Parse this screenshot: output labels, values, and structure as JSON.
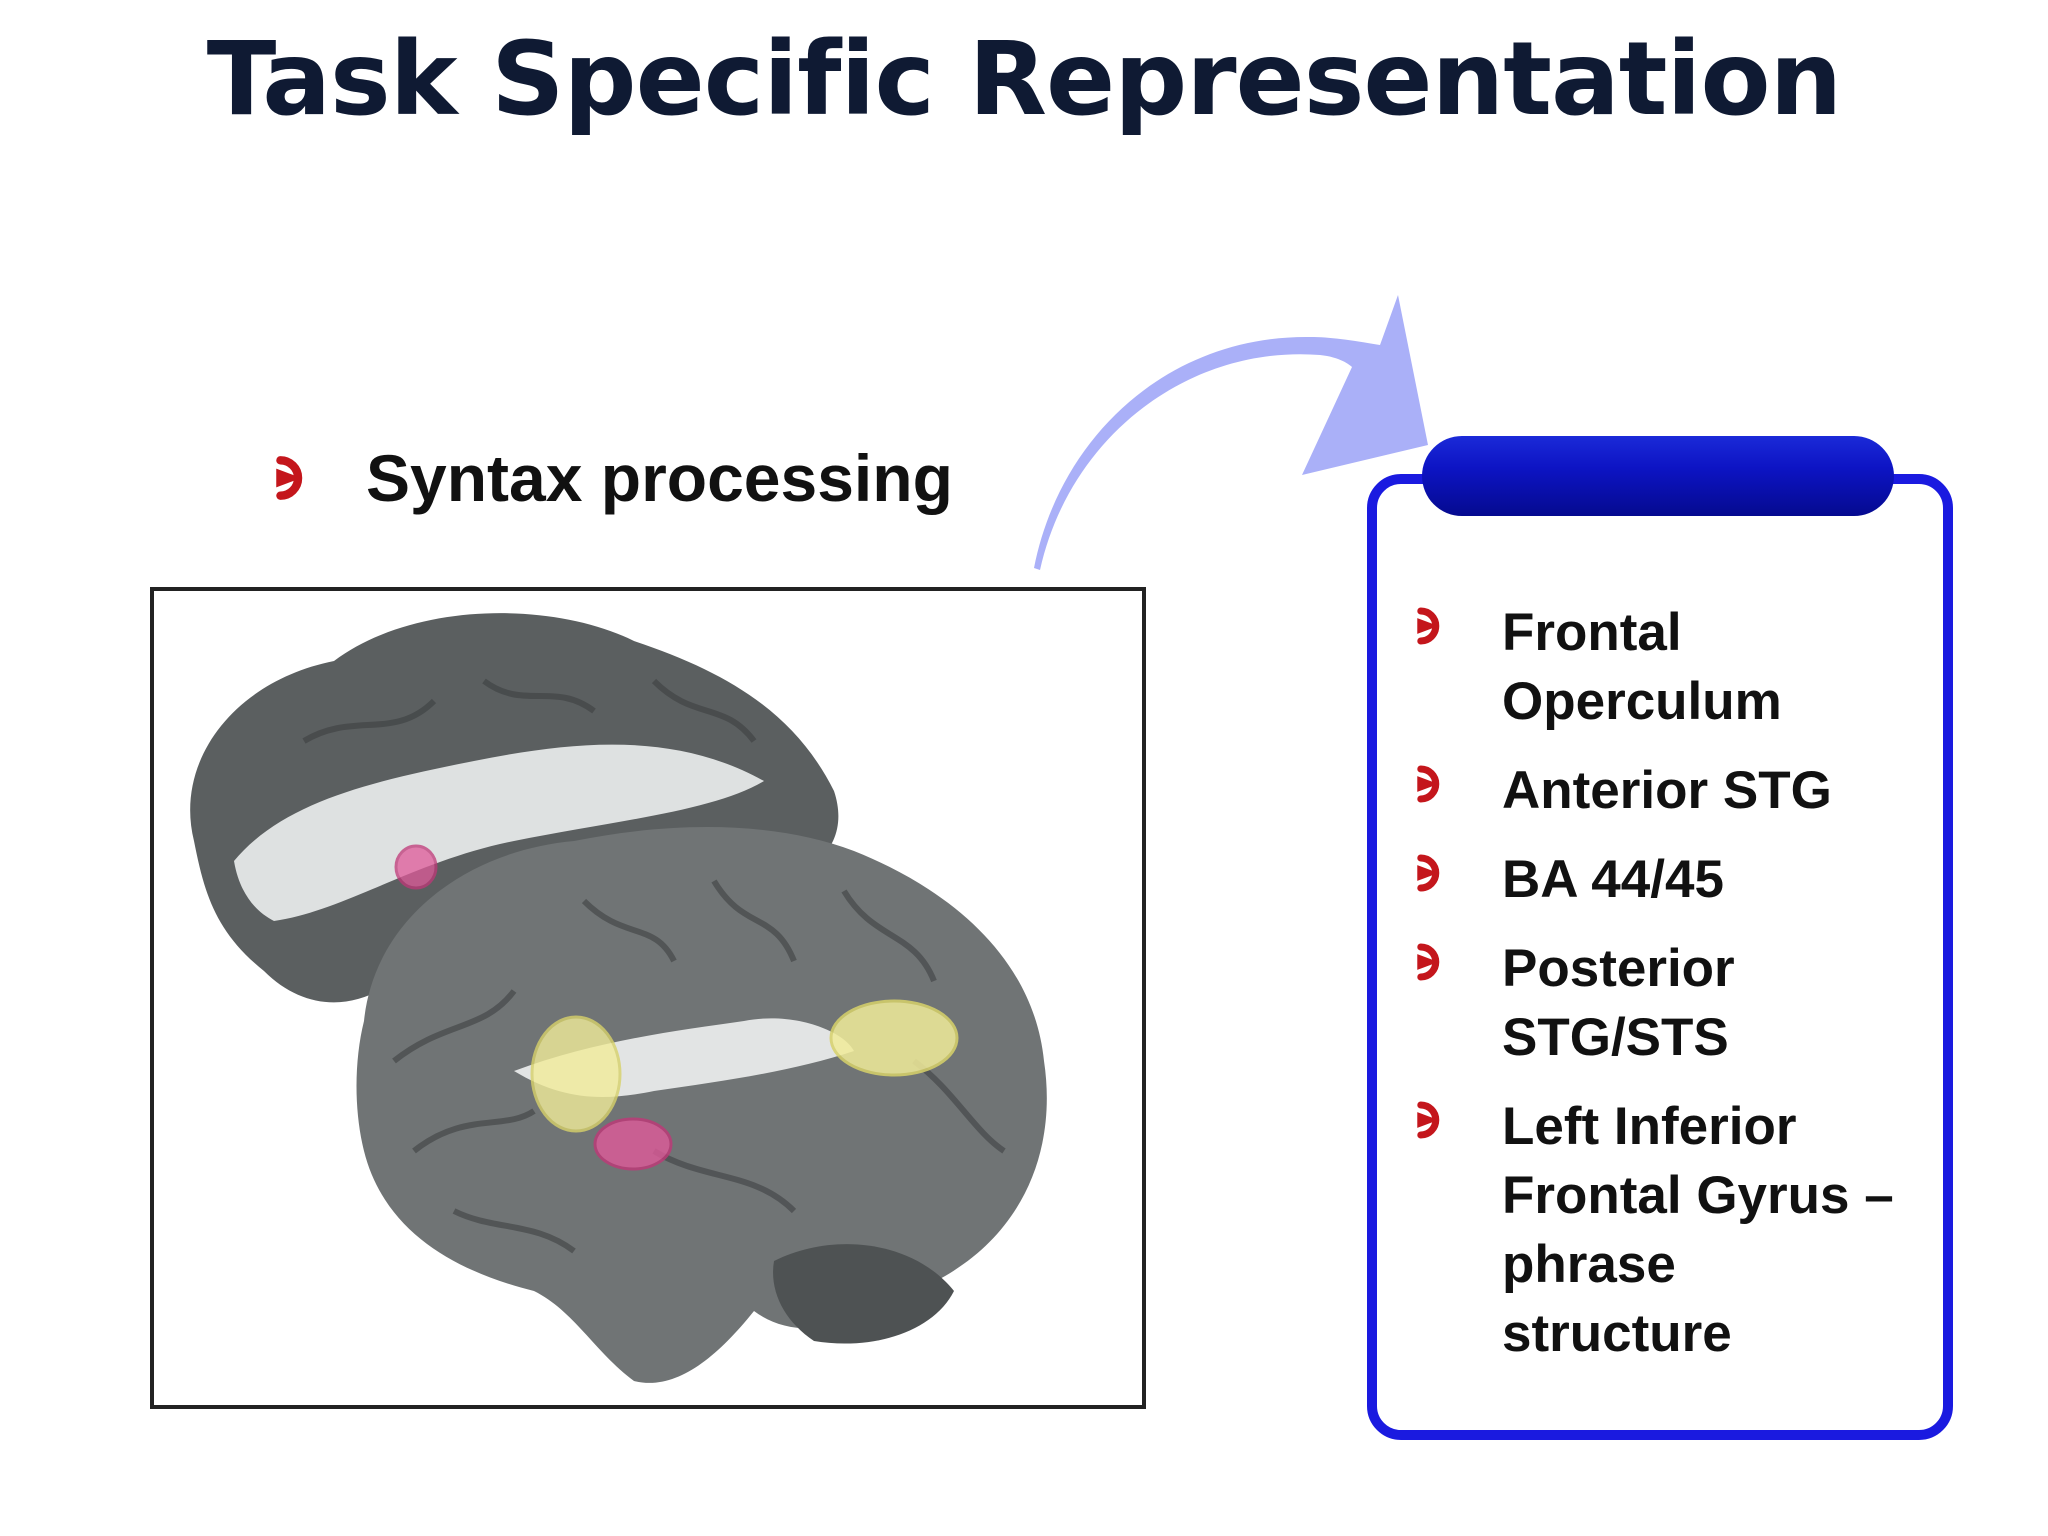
{
  "title": "Task Specific Representation",
  "lead_item": "Syntax processing",
  "list": [
    " Frontal\nOperculum",
    "Anterior STG",
    "BA 44/45",
    "Posterior\nSTG/STS",
    " Left Inferior\nFrontal Gyrus –\nphrase\nstructure"
  ],
  "icons": {
    "bullet": "red-curved-arrow-icon",
    "connector": "curved-arrow-icon"
  },
  "colors": {
    "bullet": "#c4161c",
    "panel_border": "#1a1ae0",
    "connector": "#aab0f8",
    "highlight_pink": "#e05a9a",
    "highlight_yellow": "#f1ec9a"
  }
}
